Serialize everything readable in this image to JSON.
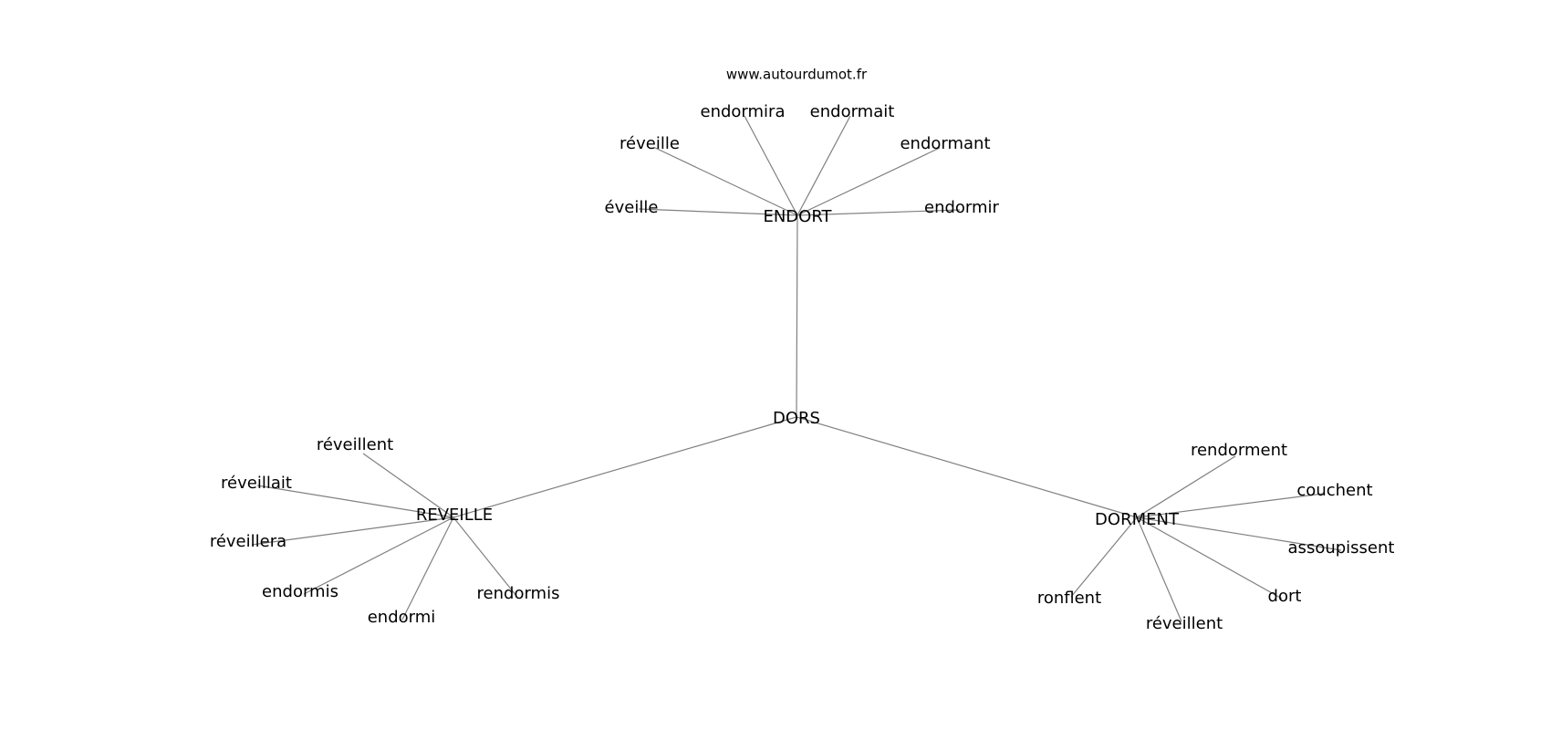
{
  "source": "www.autourdumot.fr",
  "center": "DORS",
  "edge_color": "#808080",
  "hubs": [
    {
      "id": "hub-endort",
      "label": "ENDORT",
      "leaves": [
        "endormira",
        "endormait",
        "réveille",
        "endormant",
        "éveille",
        "endormir"
      ]
    },
    {
      "id": "hub-reveille",
      "label": "REVEILLE",
      "leaves": [
        "réveillent",
        "réveillait",
        "réveillera",
        "endormis",
        "endormi",
        "rendormis"
      ]
    },
    {
      "id": "hub-dorment",
      "label": "DORMENT",
      "leaves": [
        "rendorment",
        "couchent",
        "assoupissent",
        "ronflent",
        "réveillent",
        "dort"
      ]
    }
  ]
}
